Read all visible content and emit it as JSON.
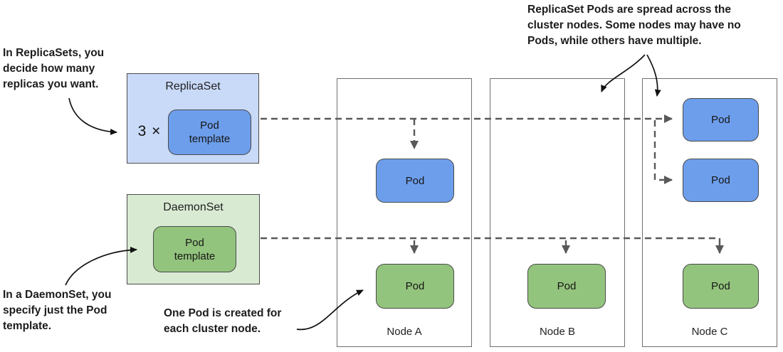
{
  "colors": {
    "replicaset_fill": "#c9daf8",
    "daemonset_fill": "#d9ead3",
    "pod_blue": "#6d9eeb",
    "pod_green": "#93c47d",
    "connector_gray": "#595959",
    "annotation_black": "#111111"
  },
  "replicaset": {
    "title": "ReplicaSet",
    "count_label": "3 ×",
    "pod_template_label": "Pod\ntemplate"
  },
  "daemonset": {
    "title": "DaemonSet",
    "pod_template_label": "Pod\ntemplate"
  },
  "nodes": [
    {
      "name": "Node A",
      "replica_pods": [
        "Pod"
      ],
      "daemon_pods": [
        "Pod"
      ]
    },
    {
      "name": "Node B",
      "replica_pods": [],
      "daemon_pods": [
        "Pod"
      ]
    },
    {
      "name": "Node C",
      "replica_pods": [
        "Pod",
        "Pod"
      ],
      "daemon_pods": [
        "Pod"
      ]
    }
  ],
  "annotations": {
    "replicaset_note": "In ReplicaSets, you\ndecide how many\nreplicas you want.",
    "daemonset_note": "In a DaemonSet, you\nspecify just the Pod\ntemplate.",
    "daemon_pod_note": "One Pod is created for\neach cluster node.",
    "spread_note": "ReplicaSet Pods are spread across the\ncluster nodes. Some nodes may have no\nPods, while others have multiple."
  }
}
